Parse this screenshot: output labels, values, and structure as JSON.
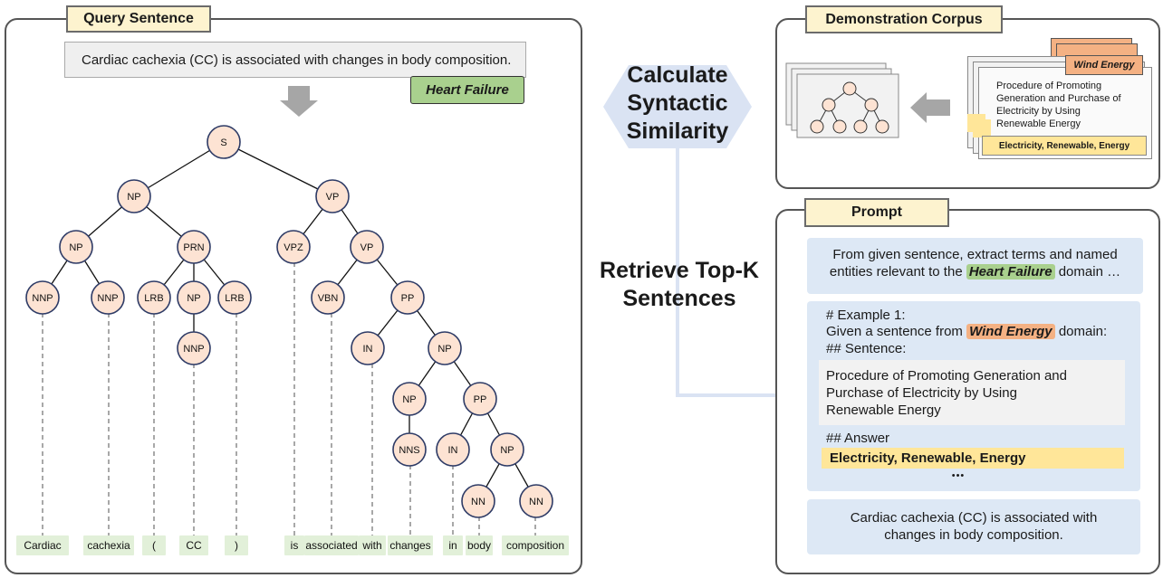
{
  "query": {
    "title": "Query Sentence",
    "sentence": "Cardiac cachexia (CC) is associated with changes in body composition.",
    "domain_tag": "Heart Failure"
  },
  "tree": {
    "nodes": [
      "S",
      "NP",
      "VP",
      "NP",
      "PRN",
      "VPZ",
      "VP",
      "NNP",
      "NNP",
      "LRB",
      "NP",
      "LRB",
      "VBN",
      "PP",
      "NNP",
      "IN",
      "NP",
      "NP",
      "PP",
      "NNS",
      "IN",
      "NP",
      "NN",
      "NN"
    ],
    "words": [
      "Cardiac",
      "cachexia",
      "(",
      "CC",
      ")",
      "is",
      "associated",
      "with",
      "changes",
      "in",
      "body",
      "composition"
    ]
  },
  "middle": {
    "similarity_line1": "Calculate",
    "similarity_line2": "Syntactic",
    "similarity_line3": "Similarity",
    "retrieve_line1": "Retrieve Top-K",
    "retrieve_line2": "Sentences"
  },
  "corpus": {
    "title": "Demonstration Corpus",
    "card_line1": "Procedure of Promoting",
    "card_line2": "Generation and Purchase of",
    "card_line3": "Electricity by Using",
    "card_line4": "Renewable Energy",
    "domain_tag": "Wind Energy",
    "answer": "Electricity, Renewable, Energy"
  },
  "prompt": {
    "title": "Prompt",
    "instr_line1": "From given sentence, extract terms and named",
    "instr_line2_pre": "entities relevant to the",
    "instr_domain": "Heart Failure",
    "instr_line2_post": "domain …",
    "example_header": "# Example 1:",
    "given_pre": "Given a sentence from",
    "given_domain": "Wind Energy",
    "given_post": "domain:",
    "sentence_header": "## Sentence:",
    "example_line1": "Procedure of Promoting Generation and",
    "example_line2": "Purchase of Electricity by Using",
    "example_line3": "Renewable Energy",
    "answer_header": "## Answer",
    "answer": "Electricity, Renewable, Energy",
    "ellipsis": "•••",
    "query_line1": "Cardiac cachexia (CC) is associated with",
    "query_line2": "changes in body composition."
  },
  "colors": {
    "node_fill": "#fde3d3",
    "node_stroke": "#2e3b66",
    "word_fill": "#e2f0d9",
    "green_tag": "#a9d08e",
    "orange_tag": "#f4b183",
    "title_tab": "#fdf3cf",
    "prompt_box": "#dde8f5",
    "answer_yellow": "#ffe699"
  }
}
